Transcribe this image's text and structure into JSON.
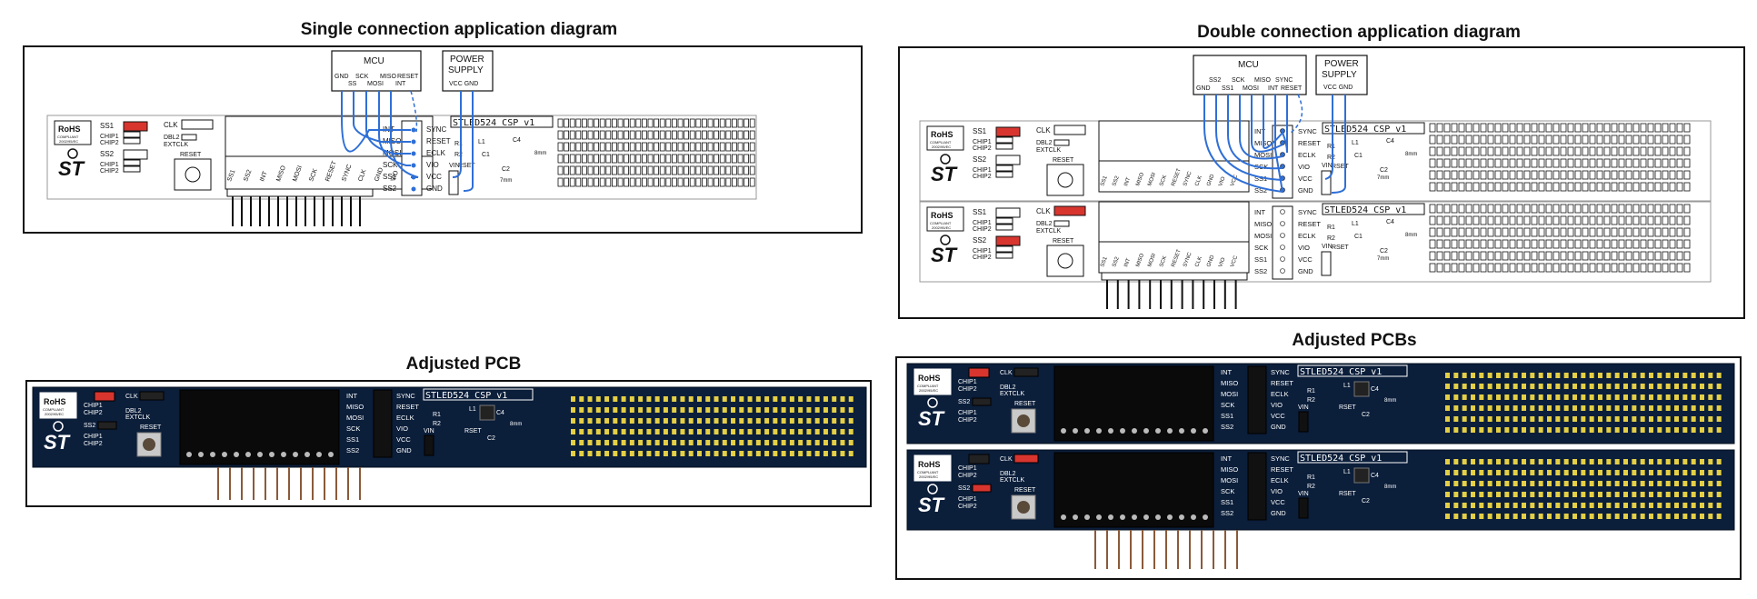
{
  "titles": {
    "single": "Single connection application diagram",
    "double": "Double connection application diagram",
    "adjusted_pcb": "Adjusted PCB",
    "adjusted_pcbs": "Adjusted PCBs"
  },
  "board": {
    "name": "STLED524 CSP v1",
    "rohs": [
      "RoHS",
      "COMPLIANT",
      "2002/95/EC"
    ],
    "st_logo": "ST",
    "jumpers_left": [
      "SS1",
      "CHIP1",
      "CHIP2",
      "SS2",
      "CHIP1",
      "CHIP2"
    ],
    "jumpers_mid": [
      "CLK",
      "DBL2",
      "EXTCLK",
      "RESET"
    ],
    "pins_left": [
      "INT",
      "MISO",
      "MOSI",
      "SCK",
      "SS1",
      "SS2"
    ],
    "pins_right": [
      "SYNC",
      "RESET",
      "ECLK",
      "VIO",
      "VCC",
      "GND"
    ],
    "vin": "VIN",
    "parts": [
      "R1",
      "R2",
      "L1",
      "C4",
      "C1",
      "C2",
      "RSET",
      "8mm",
      "7mm"
    ],
    "header_pins": [
      "SS1",
      "SS2",
      "INT",
      "MISO",
      "MOSI",
      "SCK",
      "RESET",
      "SYNC",
      "CLK",
      "GND",
      "VIO",
      "VCC"
    ]
  },
  "mcu": {
    "label": "MCU",
    "single_pins_top": [
      "GND",
      "SCK",
      "MISO",
      "RESET"
    ],
    "single_pins_bottom": [
      "SS",
      "MOSI",
      "INT"
    ],
    "double_pins_top": [
      "SS2",
      "SCK",
      "MISO",
      "SYNC"
    ],
    "double_pins_bottom": [
      "GND",
      "SS1",
      "MOSI",
      "INT",
      "RESET"
    ]
  },
  "power": {
    "label_1": "POWER",
    "label_2": "SUPPLY",
    "pins": "VCC GND"
  },
  "colors": {
    "wire": "#2f6fd6",
    "pcb": "#0b1e3a",
    "led": "#e4cf45",
    "jumper_red": "#d8352f"
  }
}
